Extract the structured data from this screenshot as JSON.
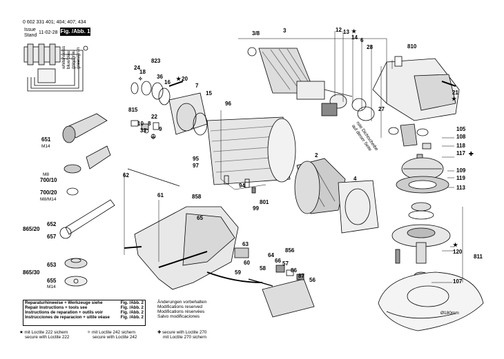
{
  "header": {
    "part_numbers": "0 602 331 401; 404; 407; 434",
    "issue_label": "Issue",
    "stand_label": "Stand",
    "issue_date": "11-02-28",
    "figure_label": "Fig. /Abb. 1"
  },
  "wiring": {
    "wire_labels": [
      "white/weiss",
      "blue/blau",
      "grey/grau",
      "green/grün"
    ]
  },
  "part_labels": {
    "p3_8": "3/8",
    "p3": "3",
    "p12": "12",
    "p13": "13",
    "p14": "14",
    "p6": "6",
    "p28": "28",
    "p810": "810",
    "p823": "823",
    "p24": "24",
    "p18": "18",
    "p36": "36",
    "p16": "16",
    "p20": "20",
    "p7": "7",
    "p15": "15",
    "p96": "96",
    "p815": "815",
    "p22": "22",
    "p10": "10",
    "p8": "8",
    "p9": "9",
    "p33": "33",
    "p651": "651",
    "p651s": "M14",
    "p95": "95",
    "p97": "97",
    "p2": "2",
    "p4": "4",
    "pm8": "M8",
    "p700_10": "700/10",
    "p700_20": "700/20",
    "p700_20s": "M8/M14",
    "p62": "62",
    "p61": "61",
    "p858": "858",
    "p94": "94",
    "p801": "801",
    "p99": "99",
    "p65": "65",
    "p652": "652",
    "p865_20": "865/20",
    "p657": "657",
    "p63": "63",
    "p856": "856",
    "p64": "64",
    "p66": "66",
    "p57": "57",
    "p86": "86",
    "p87": "87",
    "p58": "58",
    "p60": "60",
    "p59": "59",
    "p56": "56",
    "p653": "653",
    "p865_30": "865/30",
    "p655": "655",
    "p655s": "M14",
    "p21": "21",
    "p27": "27",
    "p105": "105",
    "p108": "108",
    "p118": "118",
    "p117": "117",
    "p109": "109",
    "p119": "119",
    "p113": "113",
    "p120": "120",
    "p811": "811",
    "p107": "107",
    "disc_size": "Ø180mm",
    "red_seal_1": "rote Dichtscheibe",
    "red_seal_2": "auf dieser Seite"
  },
  "notes": [
    {
      "text": "Reparaturhinweise + Werkzeuge siehe",
      "ref": "Fig. /Abb. 2"
    },
    {
      "text": "Repair Instructions + tools see",
      "ref": "Fig. /Abb. 2"
    },
    {
      "text": "Instructions de reparation + outils voir",
      "ref": "Fig. /Abb. 2"
    },
    {
      "text": "Instrucciones de reparacion + uitile véase",
      "ref": "Fig. /Abb. 2"
    }
  ],
  "changes": [
    "Änderungen vorbehalten",
    "Modifications reserved",
    "Modifications réservées",
    "Salvo modificaciones"
  ],
  "loctite": [
    {
      "symbol": "★",
      "line1": "mit Loctite 222 sichern",
      "line2": "secure with Loctite 222"
    },
    {
      "symbol": "✧",
      "line1": "mit Loctite 242 sichern",
      "line2": "secure with Loctite 242"
    },
    {
      "symbol": "✚",
      "line1": "secure with Loctite 270",
      "line2": "mit Loctite 270 sichern"
    }
  ]
}
